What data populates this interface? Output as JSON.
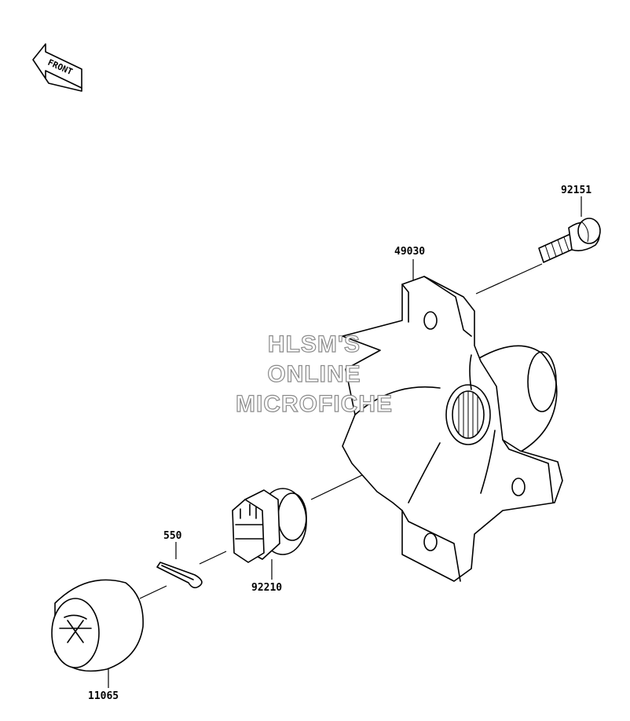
{
  "front_arrow": {
    "label": "FRONT"
  },
  "watermark": {
    "lines": [
      "HLSM'S",
      "ONLINE",
      "MICROFICHE"
    ]
  },
  "parts": [
    {
      "id": "p92151",
      "number": "92151"
    },
    {
      "id": "p49030",
      "number": "49030"
    },
    {
      "id": "p550",
      "number": "550"
    },
    {
      "id": "p92210",
      "number": "92210"
    },
    {
      "id": "p11065",
      "number": "11065"
    }
  ]
}
